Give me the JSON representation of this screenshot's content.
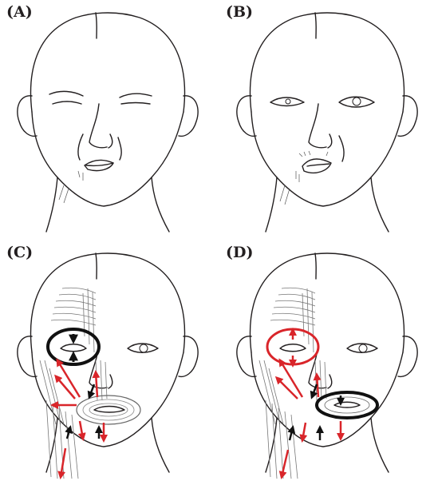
{
  "panels": [
    {
      "label": "(A)"
    },
    {
      "label": "(B)"
    },
    {
      "label": "(C)"
    },
    {
      "label": "(D)"
    }
  ],
  "colors": {
    "outline": "#231f20",
    "arrow_red": "#d9252a",
    "arrow_black": "#111111",
    "muscle_fiber": "#777777"
  }
}
